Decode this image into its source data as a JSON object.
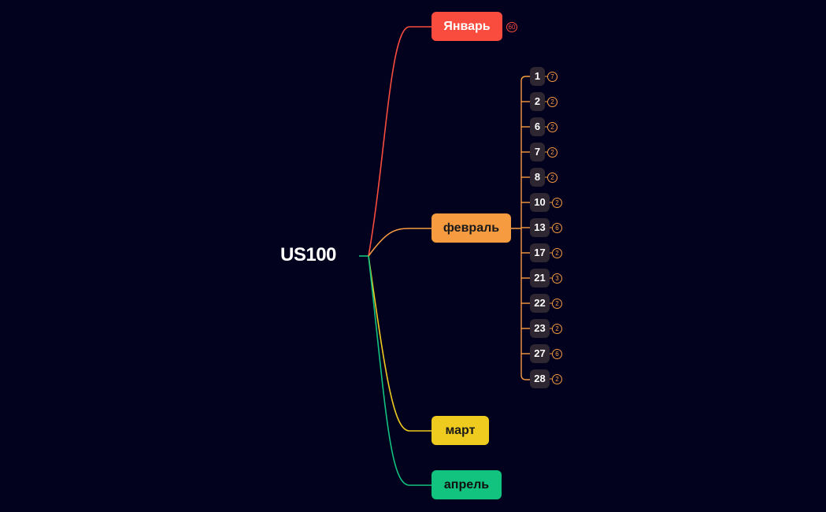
{
  "root": {
    "label": "US100",
    "color": "#ffffff"
  },
  "colors": {
    "background": "#02021f",
    "january": "#fa4c3e",
    "february": "#f79b40",
    "march": "#efca1f",
    "april": "#12c27f",
    "day_node": "#2e2630"
  },
  "months": [
    {
      "key": "jan",
      "label": "Январь",
      "count": "60"
    },
    {
      "key": "feb",
      "label": "февраль"
    },
    {
      "key": "mar",
      "label": "март"
    },
    {
      "key": "apr",
      "label": "апрель"
    }
  ],
  "february_days": [
    {
      "label": "1",
      "count": "7"
    },
    {
      "label": "2",
      "count": "2"
    },
    {
      "label": "6",
      "count": "2"
    },
    {
      "label": "7",
      "count": "2"
    },
    {
      "label": "8",
      "count": "2"
    },
    {
      "label": "10",
      "count": "2"
    },
    {
      "label": "13",
      "count": "6"
    },
    {
      "label": "17",
      "count": "2"
    },
    {
      "label": "21",
      "count": "3"
    },
    {
      "label": "22",
      "count": "2"
    },
    {
      "label": "23",
      "count": "2"
    },
    {
      "label": "27",
      "count": "6"
    },
    {
      "label": "28",
      "count": "2"
    }
  ]
}
